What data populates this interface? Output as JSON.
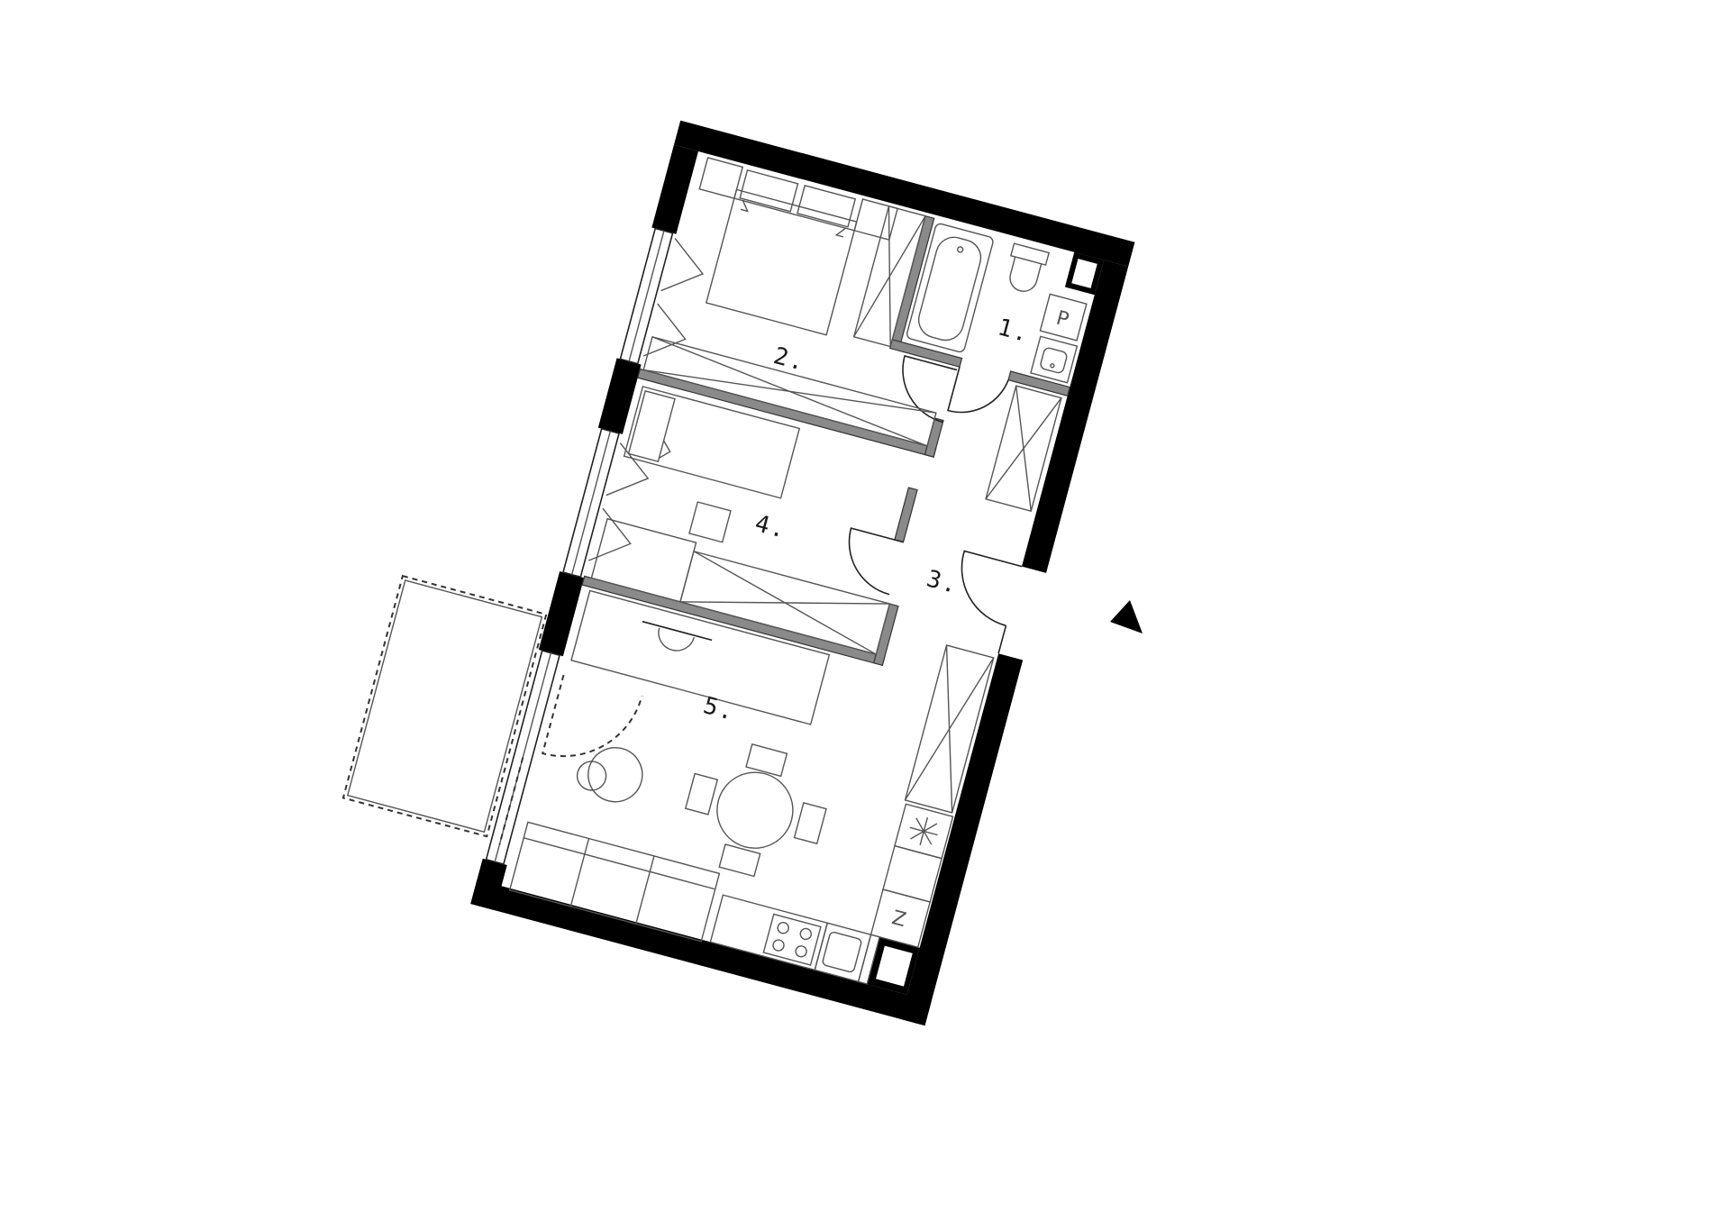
{
  "rooms": [
    {
      "id": "1",
      "label": "1."
    },
    {
      "id": "2",
      "label": "2."
    },
    {
      "id": "3",
      "label": "3."
    },
    {
      "id": "4",
      "label": "4."
    },
    {
      "id": "5",
      "label": "5."
    }
  ],
  "symbols": {
    "washer": "P",
    "fridge": "Z"
  },
  "icons": {
    "entrance": "entrance-arrow-icon",
    "hob": "cooktop-icon",
    "extractor": "extractor-icon"
  },
  "colors": {
    "wall": "#000000",
    "line": "#555555",
    "background": "#ffffff"
  }
}
